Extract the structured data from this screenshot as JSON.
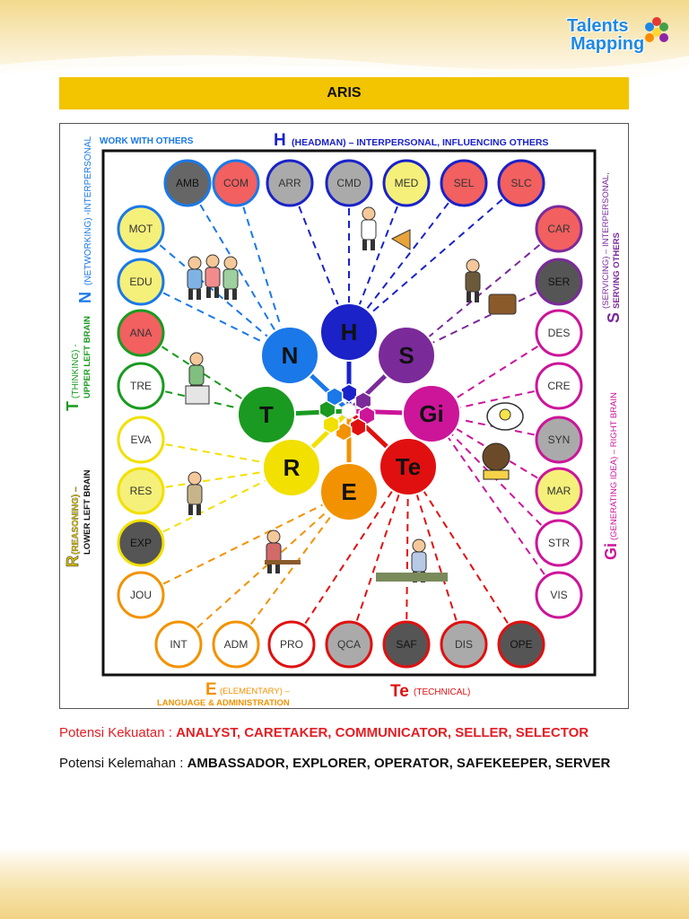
{
  "logo": {
    "line1": "Talents",
    "line2": "Mapping"
  },
  "title": "ARIS",
  "diagram": {
    "top_left_label": "WORK WITH OTHERS",
    "h_letter": "H",
    "h_label": "(HEADMAN) – INTERPERSONAL, INFLUENCING OTHERS",
    "n_letter": "N",
    "n_label": "(NETWORKING) -INTERPERSONAL",
    "t_letter": "T",
    "t_label1": "(THINKING) -",
    "t_label2": "UPPER LEFT BRAIN",
    "r_letter": "R",
    "r_label1": "(REASONING) –",
    "r_label2": "LOWER LEFT BRAIN",
    "s_letter": "S",
    "s_label1": "(SERVICING) – INTERPERSONAL,",
    "s_label2": "SERVING OTHERS",
    "gi_letter": "Gi",
    "gi_label": "(GENERATING IDEA) – RIGHT BRAIN",
    "e_letter": "E",
    "e_label1": "(ELEMENTARY) –",
    "e_label2": "LANGUAGE & ADMINISTRATION",
    "te_letter": "Te",
    "te_label": "(TECHNICAL)",
    "center_circles": [
      "H",
      "S",
      "Gi",
      "Te",
      "E",
      "R",
      "T",
      "N"
    ],
    "top_row": [
      "AMB",
      "COM",
      "ARR",
      "CMD",
      "MED",
      "SEL",
      "SLC"
    ],
    "left_col": [
      "MOT",
      "EDU",
      "ANA",
      "TRE",
      "EVA",
      "RES",
      "EXP",
      "JOU"
    ],
    "right_col": [
      "CAR",
      "SER",
      "DES",
      "CRE",
      "SYN",
      "MAR",
      "STR",
      "VIS"
    ],
    "bottom_row": [
      "INT",
      "ADM",
      "PRO",
      "QCA",
      "SAF",
      "DIS",
      "OPE"
    ]
  },
  "strength": {
    "label": "Potensi Kekuatan : ",
    "value": "ANALYST, CARETAKER, COMMUNICATOR, SELLER, SELECTOR"
  },
  "weakness": {
    "label": "Potensi Kelemahan : ",
    "value": "AMBASSADOR, EXPLORER, OPERATOR, SAFEKEEPER, SERVER"
  },
  "colors": {
    "title_bar": "#f2c500",
    "strength_text": "#e31e24",
    "logo": "#1e88e5"
  }
}
